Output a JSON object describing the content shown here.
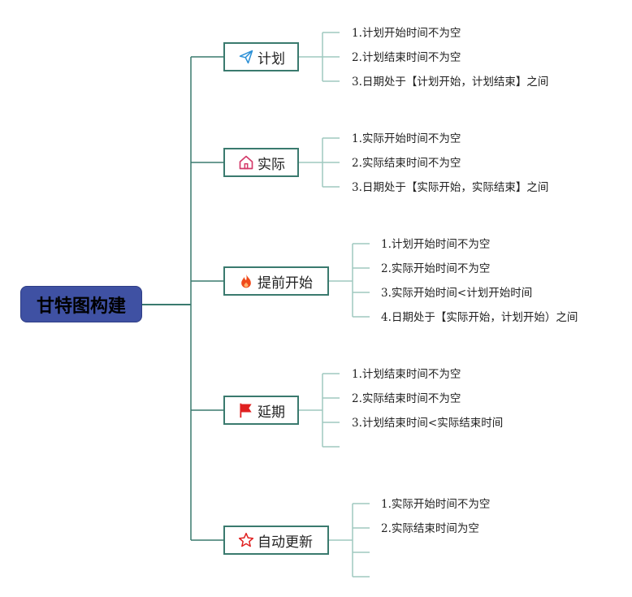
{
  "root": {
    "label": "甘特图构建"
  },
  "branches": [
    {
      "label": "计划",
      "icon": "paper-plane-icon",
      "items": [
        "1.计划开始时间不为空",
        "2.计划结束时间不为空",
        "3.日期处于【计划开始，计划结束】之间"
      ]
    },
    {
      "label": "实际",
      "icon": "home-icon",
      "items": [
        "1.实际开始时间不为空",
        "2.实际结束时间不为空",
        "3.日期处于【实际开始，实际结束】之间"
      ]
    },
    {
      "label": "提前开始",
      "icon": "fire-icon",
      "items": [
        "1.计划开始时间不为空",
        "2.实际开始时间不为空",
        "3.实际开始时间<计划开始时间",
        "4.日期处于【实际开始，计划开始）之间"
      ]
    },
    {
      "label": "延期",
      "icon": "flag-icon",
      "items": [
        "1.计划结束时间不为空",
        "2.实际结束时间不为空",
        "3.计划结束时间<实际结束时间",
        ""
      ]
    },
    {
      "label": "自动更新",
      "icon": "star-icon",
      "items": [
        "1.实际开始时间不为空",
        "2.实际结束时间为空",
        "",
        ""
      ]
    }
  ],
  "colors": {
    "root_fill": "#3f51a3",
    "line": "#3a7a6e",
    "leaf_line": "#9fc9bf"
  }
}
